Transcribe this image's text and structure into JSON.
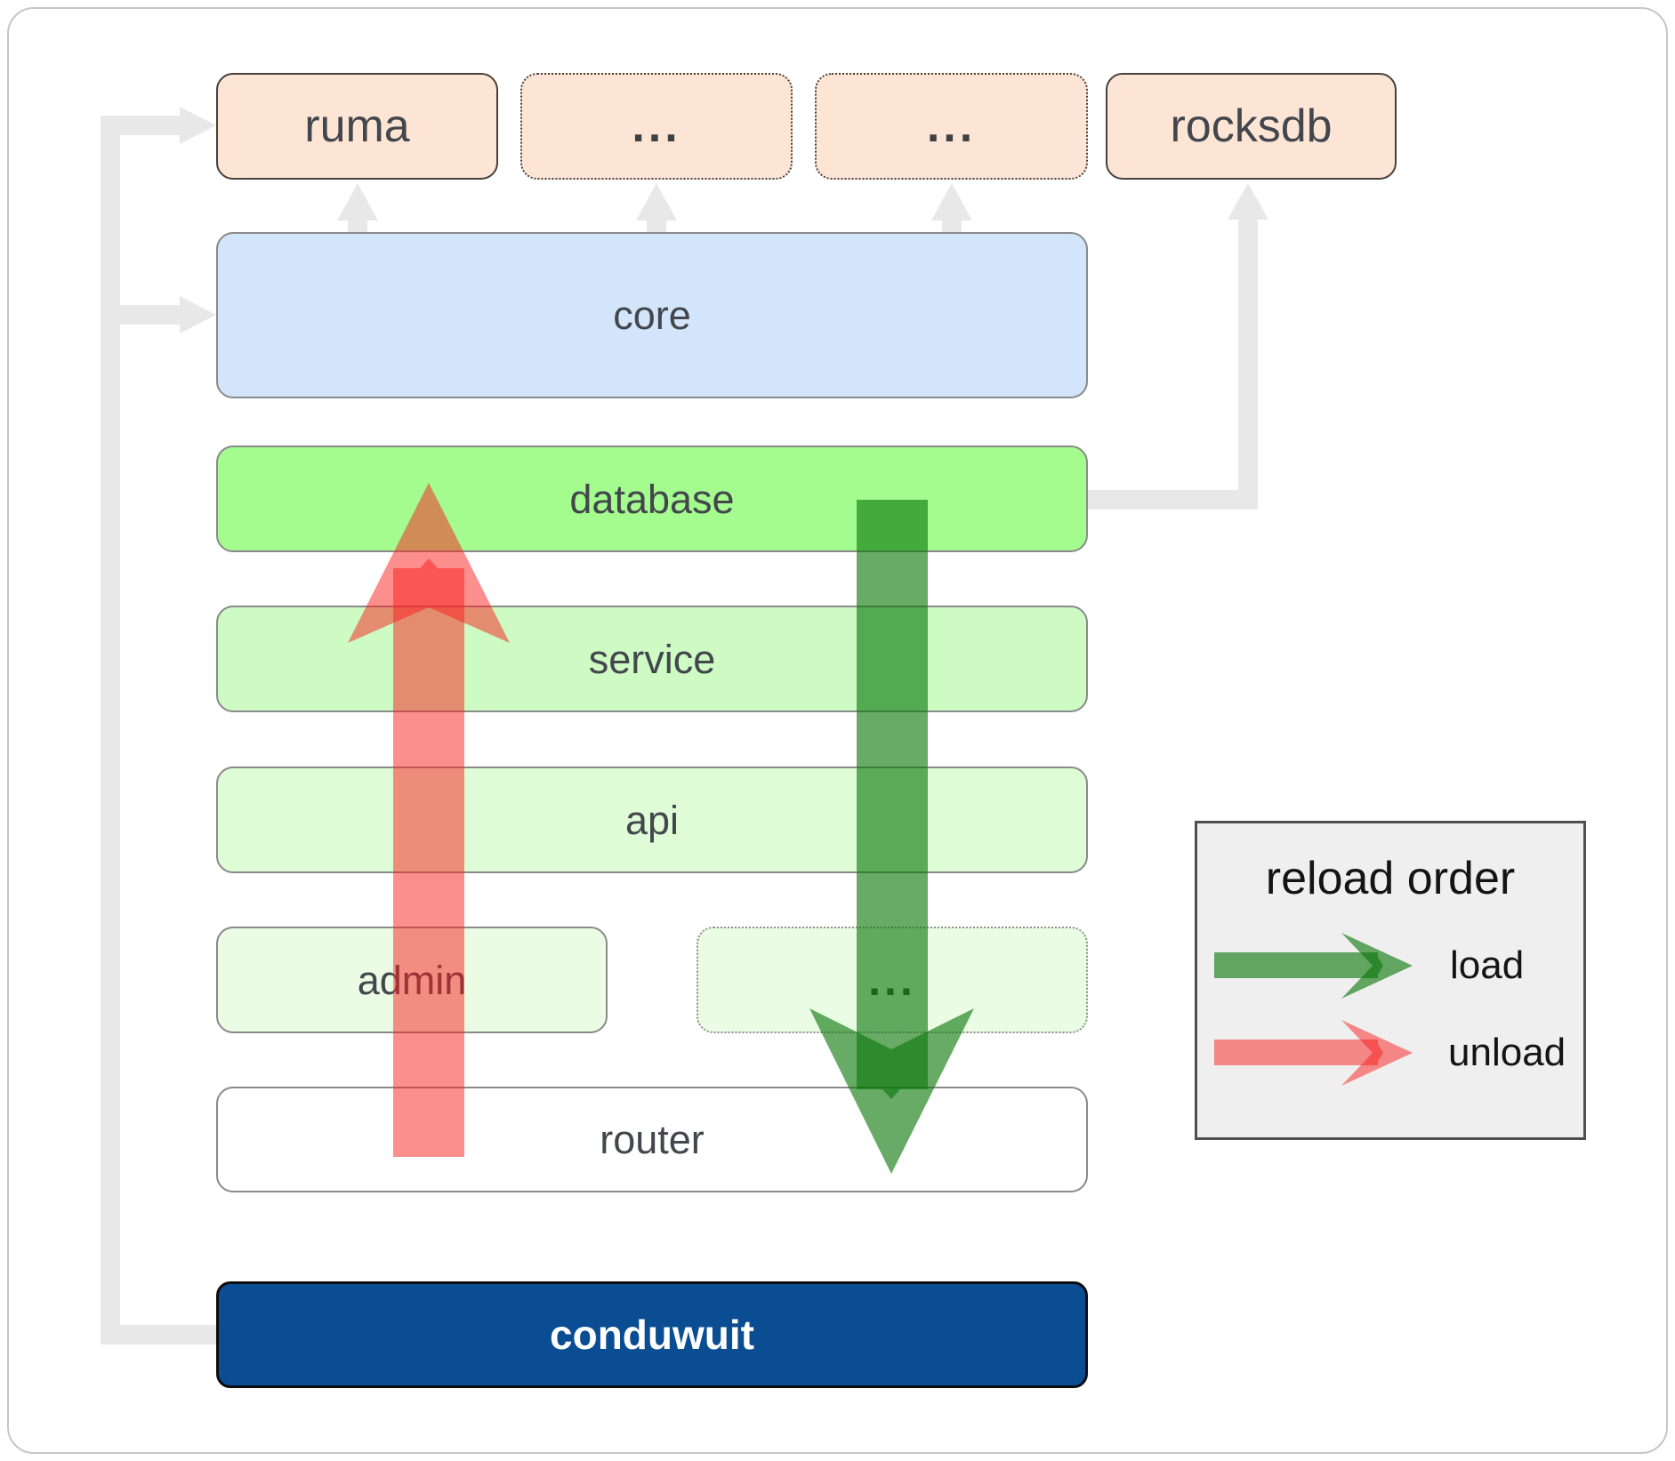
{
  "nodes": {
    "ruma": {
      "label": "ruma"
    },
    "ellipsis1": {
      "label": "..."
    },
    "ellipsis2": {
      "label": "..."
    },
    "rocksdb": {
      "label": "rocksdb"
    },
    "core": {
      "label": "core"
    },
    "database": {
      "label": "database"
    },
    "service": {
      "label": "service"
    },
    "api": {
      "label": "api"
    },
    "admin": {
      "label": "admin"
    },
    "ellipsis3": {
      "label": "..."
    },
    "router": {
      "label": "router"
    },
    "conduwuit": {
      "label": "conduwuit"
    }
  },
  "legend": {
    "title": "reload order",
    "load_label": "load",
    "unload_label": "unload"
  },
  "colors": {
    "load_green": "#0a780a",
    "unload_red": "#fa1e1e",
    "connector_gray": "#e8e8e8",
    "ruma_fill": "#fce5d5",
    "core_fill": "#d3e5fa",
    "database_fill": "#a4fb8e",
    "service_fill": "#cdfbc3",
    "api_fill": "#defcd6",
    "admin_fill": "#eafce4",
    "router_fill": "#ffffff",
    "conduwuit_fill": "#0a4d92",
    "legend_fill": "#efefef"
  }
}
